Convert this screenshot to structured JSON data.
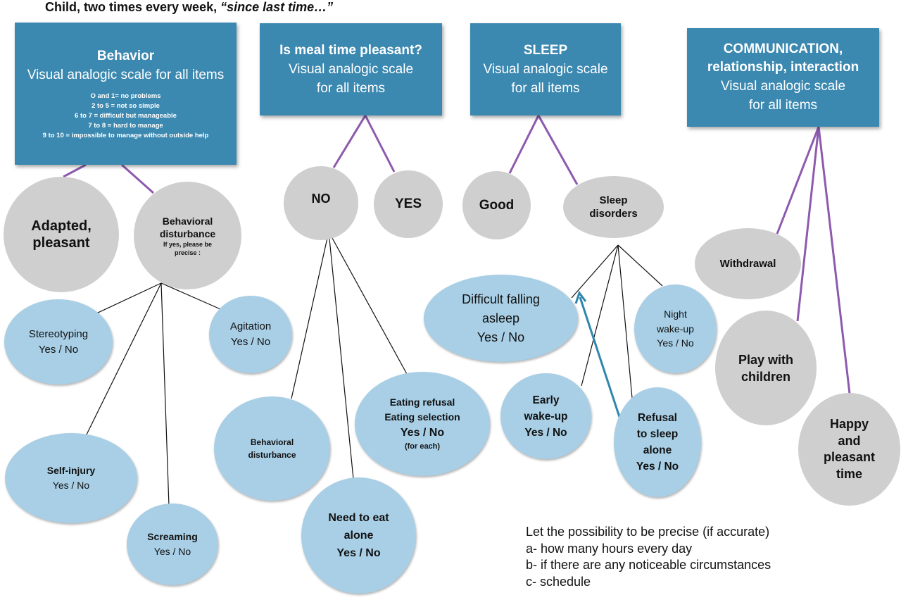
{
  "title": {
    "main": "Child, two times every week,",
    "quote": "“since last time…”"
  },
  "boxes": {
    "behavior": {
      "title": "Behavior",
      "subtitle": "Visual analogic scale for all items",
      "scale": [
        "O and 1= no problems",
        "2 to 5 = not so simple",
        "6 to 7 = difficult but manageable",
        "7 to 8 = hard to manage",
        "9 to 10 = impossible to manage without outside help"
      ]
    },
    "meal": {
      "title": "Is meal time pleasant?",
      "line1": "Visual analogic scale",
      "line2": "for all items"
    },
    "sleep": {
      "title": "SLEEP",
      "line1": "Visual analogic scale",
      "line2": "for all items"
    },
    "communication": {
      "line1": "COMMUNICATION,",
      "line2": "relationship, interaction",
      "line3": "Visual analogic scale",
      "line4": "for all items"
    }
  },
  "nodes": {
    "adapted": [
      "Adapted,",
      "pleasant"
    ],
    "behavioral_disturbance": {
      "lines": [
        "Behavioral",
        "disturbance"
      ],
      "note": [
        "If yes, please be",
        "precise :"
      ]
    },
    "stereotyping": [
      "Stereotyping",
      "Yes / No"
    ],
    "agitation": [
      "Agitation",
      "Yes / No"
    ],
    "self_injury": [
      "Self-injury",
      "Yes / No"
    ],
    "screaming": [
      "Screaming",
      "Yes / No"
    ],
    "no": "NO",
    "yes": "YES",
    "meal_behavioral": [
      "Behavioral",
      "disturbance"
    ],
    "eat_alone": [
      "Need to eat",
      "alone",
      "Yes / No"
    ],
    "eating_refusal": [
      "Eating refusal",
      "Eating selection",
      "Yes / No",
      "(for each)"
    ],
    "good": "Good",
    "sleep_disorders": [
      "Sleep",
      "disorders"
    ],
    "falling_asleep": [
      "Difficult falling",
      "asleep",
      "Yes / No"
    ],
    "night_wake": [
      "Night",
      "wake-up",
      "Yes / No"
    ],
    "early_wake": [
      "Early",
      "wake-up",
      "Yes / No"
    ],
    "refusal_sleep": [
      "Refusal",
      "to sleep",
      "alone",
      "Yes / No"
    ],
    "withdrawal": "Withdrawal",
    "play": [
      "Play with",
      "children"
    ],
    "happy": [
      "Happy",
      "and",
      "pleasant",
      "time"
    ]
  },
  "note": [
    "Let the possibility to be precise (if accurate)",
    "a- how many hours every day",
    "b- if there are any noticeable circumstances",
    "c- schedule"
  ],
  "colors": {
    "box": "#3b88b0",
    "gray_node": "#cfcfcf",
    "blue_node": "#a8cfe6",
    "purple_line": "#8d5aae",
    "arrow": "#2f86ad"
  }
}
